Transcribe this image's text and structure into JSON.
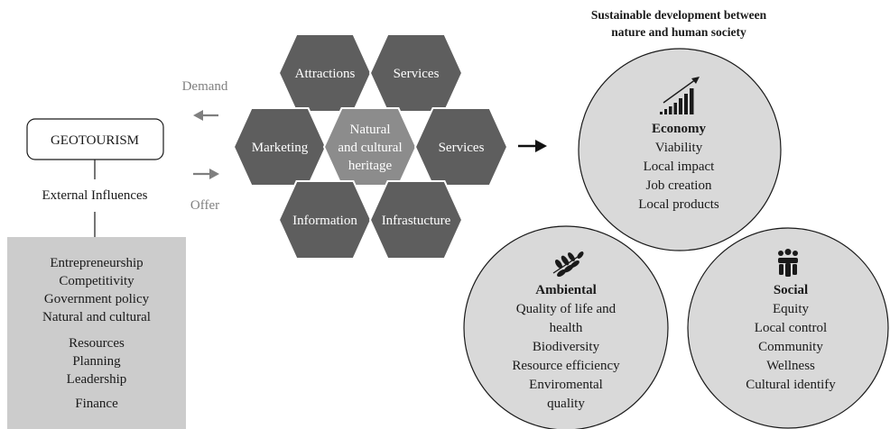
{
  "title": {
    "line1": "Sustainable development between",
    "line2": "nature and human society"
  },
  "left": {
    "demand_label": "Demand",
    "offer_label": "Offer",
    "geotourism_label": "GEOTOURISM",
    "external_influences_label": "External Influences",
    "influences": [
      "Entrepreneurship",
      "Competitivity",
      "Government policy",
      "Natural and cultural",
      "Resources",
      "Planning",
      "Leadership",
      "Finance"
    ]
  },
  "hexagons": {
    "top_left": "Attractions",
    "top_right": "Services",
    "mid_left": "Marketing",
    "center_lines": [
      "Natural",
      "and cultural",
      "heritage"
    ],
    "mid_right": "Services",
    "bottom_left": "Information",
    "bottom_right": "Infrastucture"
  },
  "circles": {
    "economy": {
      "icon": "bar-chart-growth-icon",
      "heading": "Economy",
      "items": [
        "Viability",
        "Local impact",
        "Job creation",
        "Local products"
      ]
    },
    "ambiental": {
      "icon": "leaf-branch-icon",
      "heading": "Ambiental",
      "items": [
        "Quality of life and",
        "health",
        "Biodiversity",
        "Resource efficiency",
        "Enviromental",
        "quality"
      ]
    },
    "social": {
      "icon": "people-group-icon",
      "heading": "Social",
      "items": [
        "Equity",
        "Local control",
        "Community",
        "Wellness",
        "Cultural identify"
      ]
    }
  },
  "colors": {
    "hex_fill": "#5e5e5e",
    "hex_center_fill": "#8c8c8c",
    "hex_text": "#ffffff",
    "circle_fill": "#d9d9d9",
    "influence_box_fill": "#cccccc",
    "arrow_gray": "#7f7f7f",
    "arrow_dark": "#111111",
    "muted_text": "#808080",
    "text": "#1a1a1a"
  }
}
